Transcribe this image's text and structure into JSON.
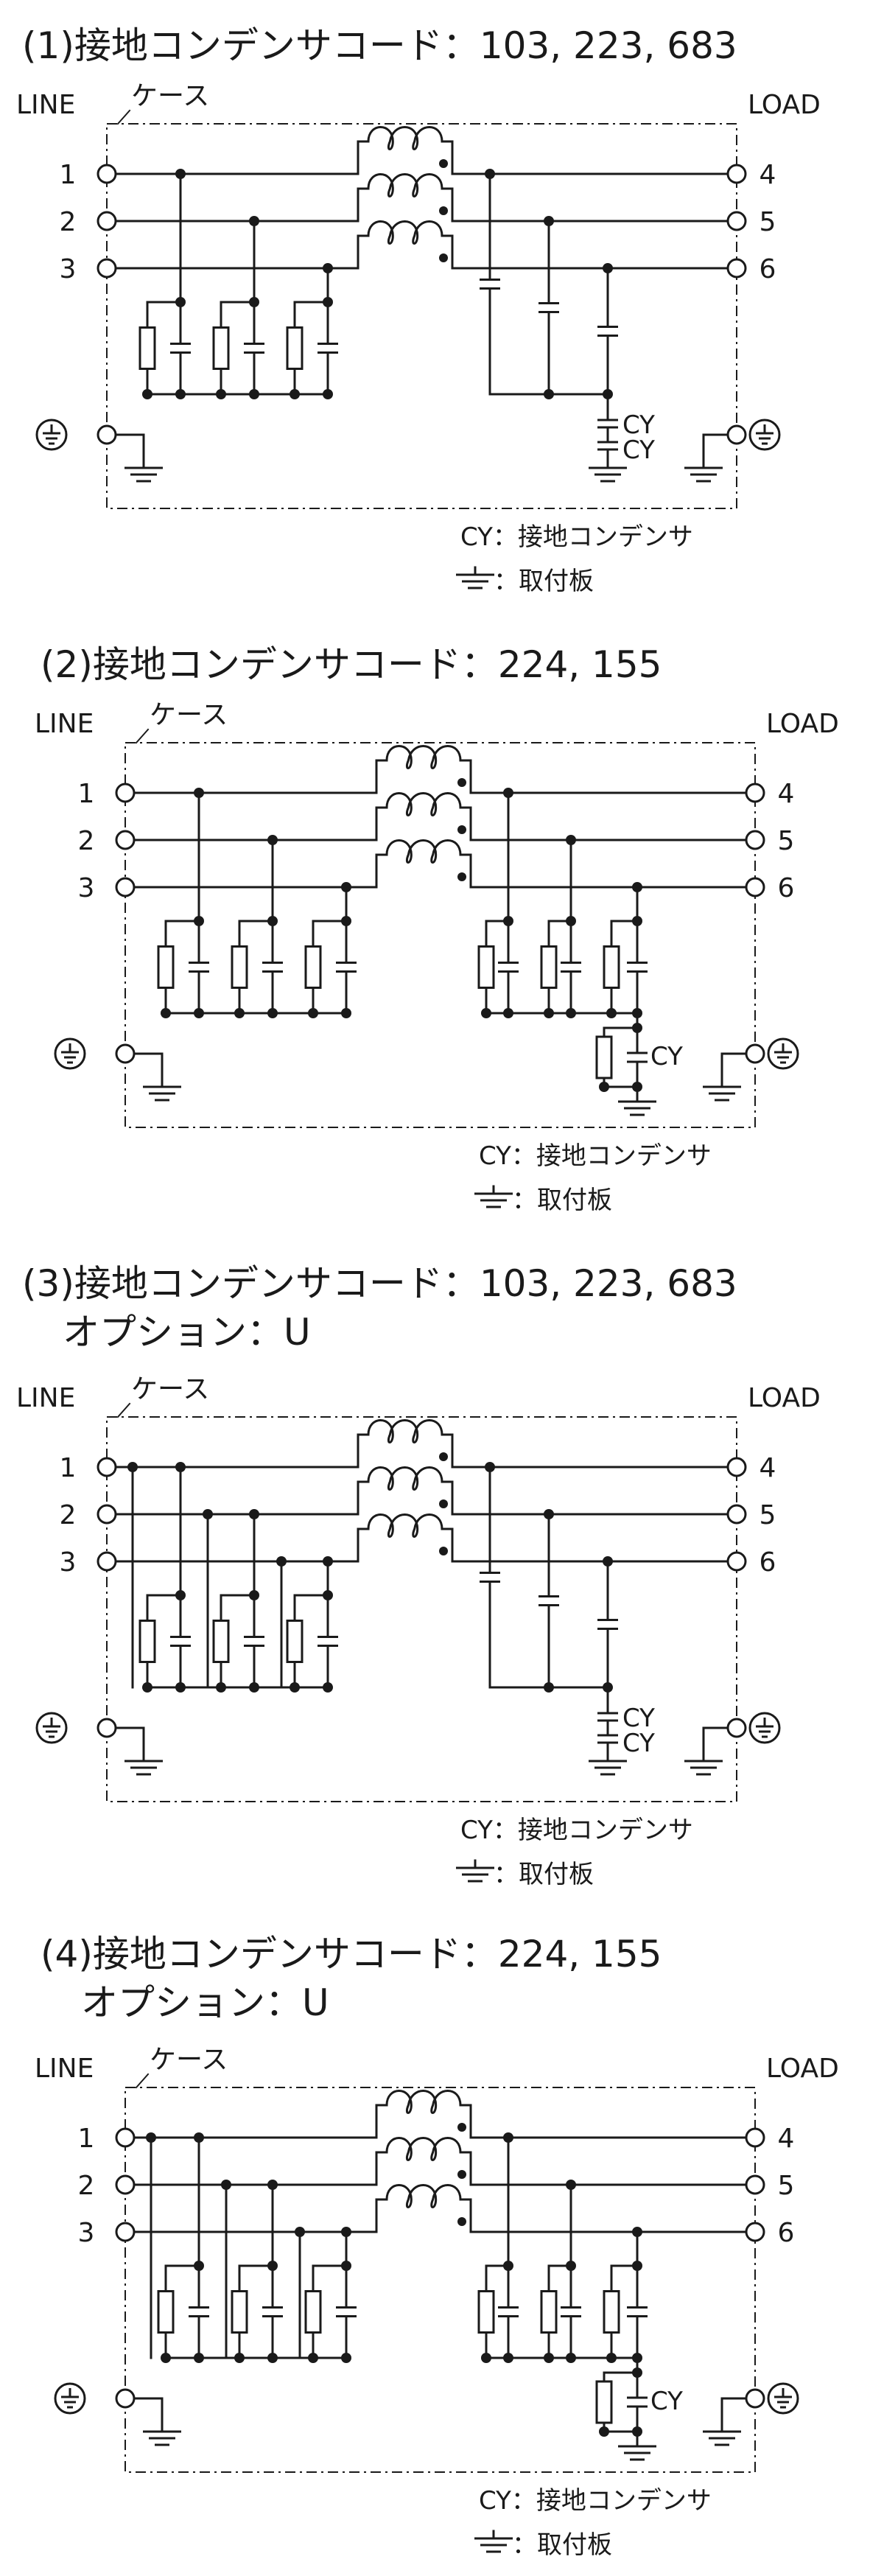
{
  "labels": {
    "line": "LINE",
    "load": "LOAD",
    "case": "ケース",
    "cy": "CY",
    "legend_cy": "CY：接地コンデンサ",
    "legend_plate": "：取付板",
    "pins": [
      "1",
      "2",
      "3",
      "4",
      "5",
      "6"
    ]
  },
  "diagrams": [
    {
      "title": "(1)接地コンデンサコード：103, 223, 683",
      "subtitle": "",
      "dual_side": false,
      "option_u": false
    },
    {
      "title": "(2)接地コンデンサコード：224, 155",
      "subtitle": "",
      "dual_side": true,
      "option_u": false
    },
    {
      "title": "(3)接地コンデンサコード：103, 223, 683",
      "subtitle": "オプション：U",
      "dual_side": false,
      "option_u": true
    },
    {
      "title": "(4)接地コンデンサコード：224, 155",
      "subtitle": "オプション：U",
      "dual_side": true,
      "option_u": true
    }
  ],
  "colors": {
    "ink": "#1a1a1a",
    "background": "#ffffff"
  },
  "icons": [
    "earth-ground-icon",
    "chassis-ground-icon",
    "terminal-icon",
    "choke-coil-icon",
    "capacitor-icon",
    "resistor-icon"
  ]
}
